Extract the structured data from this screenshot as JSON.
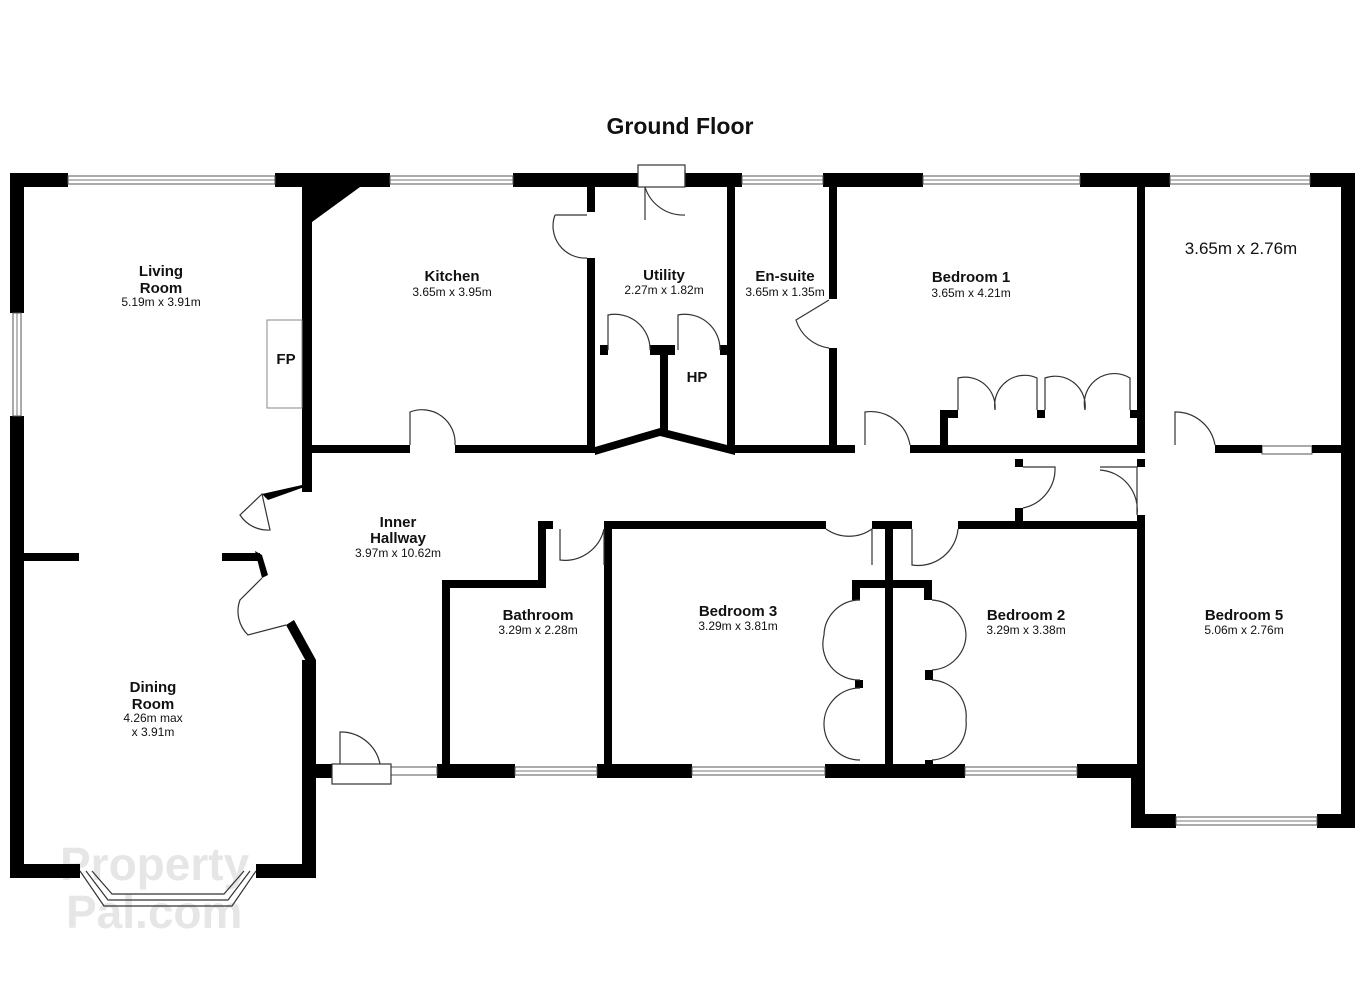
{
  "title": "Ground Floor",
  "rooms": {
    "living": {
      "name1": "Living",
      "name2": "Room",
      "dim": "5.19m x 3.91m"
    },
    "kitchen": {
      "name": "Kitchen",
      "dim": "3.65m x 3.95m"
    },
    "utility": {
      "name": "Utility",
      "dim": "2.27m x 1.82m"
    },
    "ensuite": {
      "name": "En-suite",
      "dim": "3.65m x 1.35m"
    },
    "bedroom1": {
      "name": "Bedroom 1",
      "dim": "3.65m x 4.21m"
    },
    "topright": {
      "dim": "3.65m x 2.76m"
    },
    "hallway": {
      "name1": "Inner",
      "name2": "Hallway",
      "dim": "3.97m x 10.62m"
    },
    "bathroom": {
      "name": "Bathroom",
      "dim": "3.29m x 2.28m"
    },
    "bedroom3": {
      "name": "Bedroom 3",
      "dim": "3.29m x 3.81m"
    },
    "bedroom2": {
      "name": "Bedroom 2",
      "dim": "3.29m x 3.38m"
    },
    "bedroom5": {
      "name": "Bedroom 5",
      "dim": "5.06m x 2.76m"
    },
    "dining": {
      "name1": "Dining",
      "name2": "Room",
      "dim1": "4.26m max",
      "dim2": "x 3.91m"
    }
  },
  "labels": {
    "fp": "FP",
    "hp": "HP"
  },
  "watermark": {
    "line1": "Property",
    "line2": "Pal.com"
  }
}
